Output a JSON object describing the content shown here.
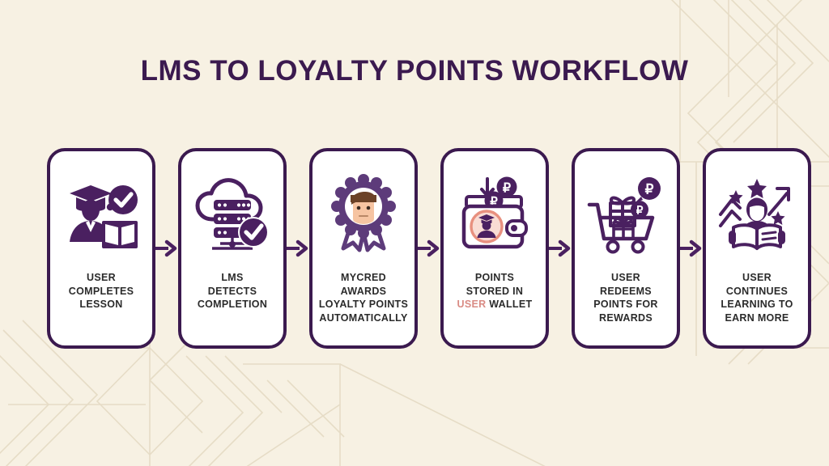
{
  "page": {
    "title": "LMS TO LOYALTY POINTS WORKFLOW",
    "background_color": "#f7f1e3",
    "accent_color": "#3b1a4f",
    "secondary_accent_color": "#5d3b7a",
    "highlight_color": "#d98b84",
    "text_color": "#2b2b2b"
  },
  "steps": [
    {
      "index": "1",
      "icon": "graduate-checkmark-book-icon",
      "label_lines": [
        "USER",
        "COMPLETES",
        "LESSON"
      ],
      "label": "USER COMPLETES LESSON"
    },
    {
      "index": "2",
      "icon": "cloud-server-checkmark-icon",
      "label_lines": [
        "LMS",
        "DETECTS",
        "COMPLETION"
      ],
      "label": "LMS DETECTS COMPLETION"
    },
    {
      "index": "3",
      "icon": "award-rosette-face-icon",
      "label_lines": [
        "MYCRED",
        "AWARDS",
        "LOYALTY POINTS",
        "AUTOMATICALLY"
      ],
      "label": "MYCRED AWARDS LOYALTY POINTS AUTOMATICALLY"
    },
    {
      "index": "4",
      "icon": "wallet-ruble-coin-avatar-icon",
      "label_lines": [
        "POINTS",
        "STORED IN",
        "USER WALLET"
      ],
      "label": "POINTS STORED IN USER WALLET",
      "highlight_word": "USER",
      "trailing_word": " WALLET"
    },
    {
      "index": "5",
      "icon": "shopping-cart-gifts-ruble-icon",
      "label_lines": [
        "USER",
        "REDEEMS",
        "POINTS FOR",
        "REWARDS"
      ],
      "label": "USER REDEEMS POINTS FOR REWARDS"
    },
    {
      "index": "6",
      "icon": "reader-stars-growth-arrow-icon",
      "label_lines": [
        "USER",
        "CONTINUES",
        "LEARNING TO",
        "EARN MORE"
      ],
      "label": "USER CONTINUES LEARNING TO EARN MORE"
    }
  ],
  "connectors": [
    {
      "name": "arrow-step-1-to-2",
      "glyph": "right-arrow-icon"
    },
    {
      "name": "arrow-step-2-to-3",
      "glyph": "right-arrow-icon"
    },
    {
      "name": "arrow-step-3-to-4",
      "glyph": "right-arrow-icon"
    },
    {
      "name": "arrow-step-4-to-5",
      "glyph": "right-arrow-icon"
    },
    {
      "name": "arrow-step-5-to-6",
      "glyph": "right-arrow-icon"
    }
  ],
  "currency_symbol": "₽"
}
